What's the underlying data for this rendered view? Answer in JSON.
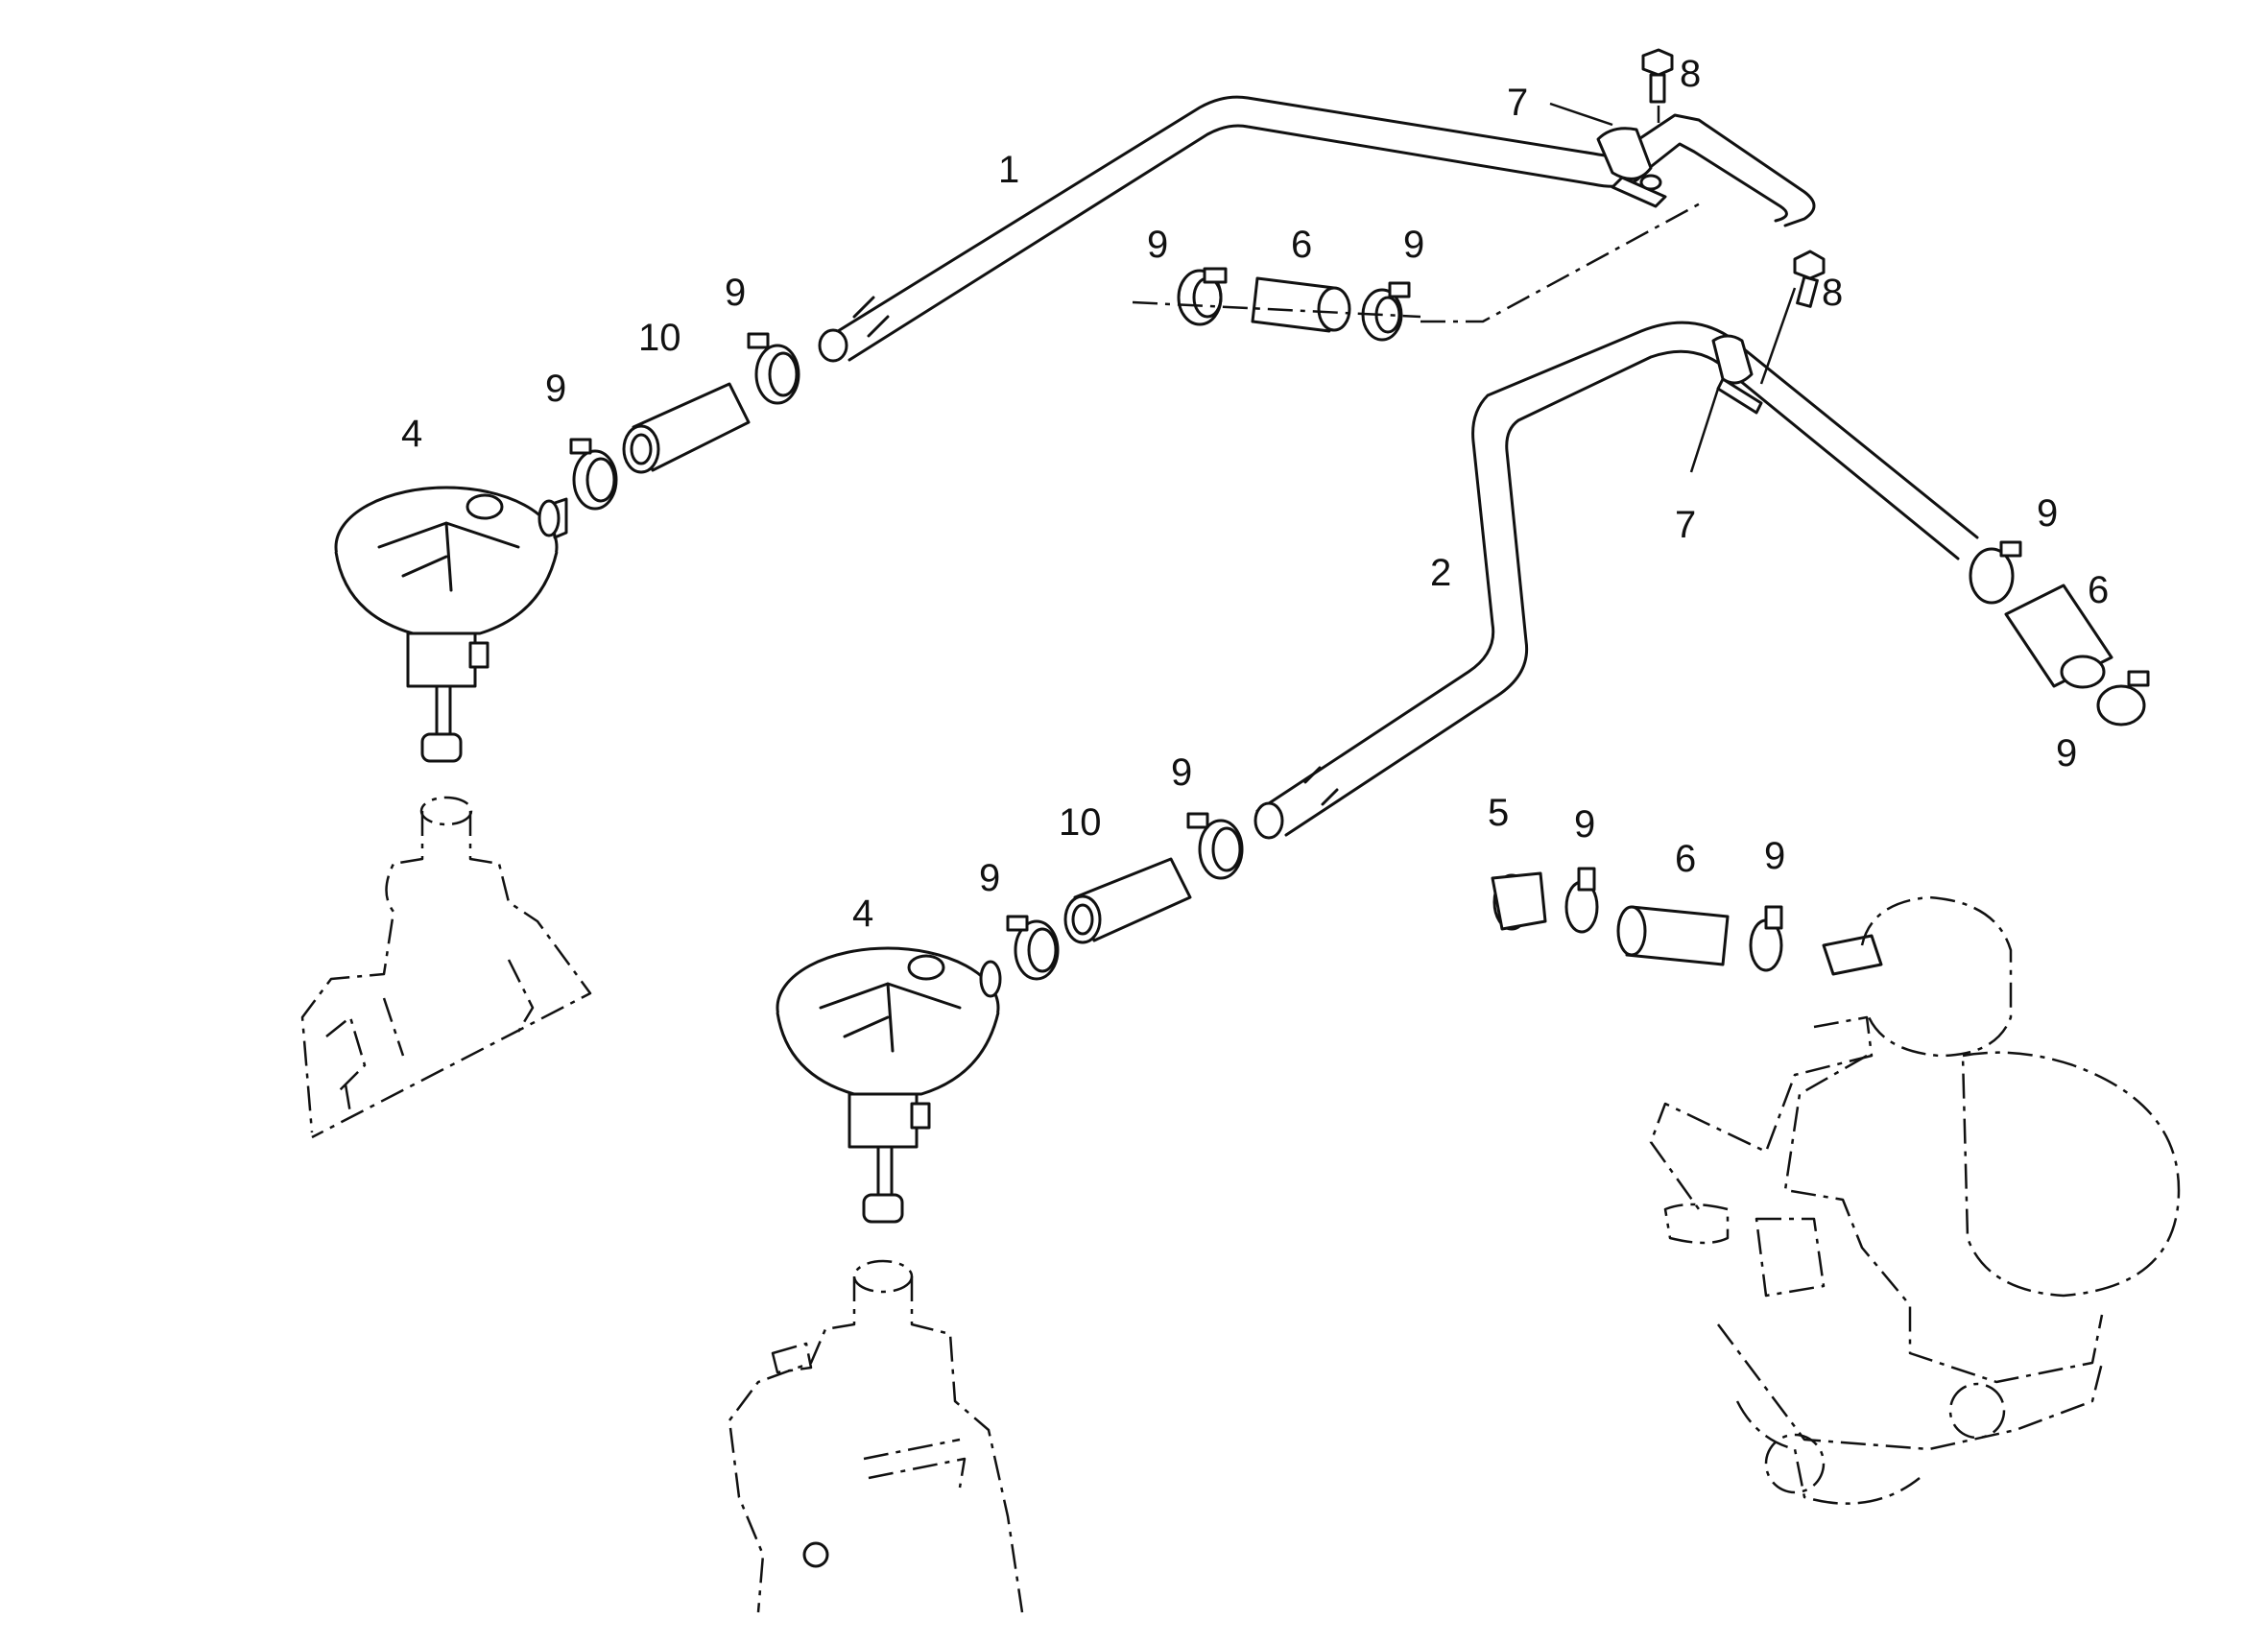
{
  "callouts": {
    "c1": "1",
    "c2": "2",
    "c4a": "4",
    "c4b": "4",
    "c5": "5",
    "c6a": "6",
    "c6b": "6",
    "c6c": "6",
    "c7a": "7",
    "c7b": "7",
    "c8a": "8",
    "c8b": "8",
    "c9a": "9",
    "c9b": "9",
    "c9c": "9",
    "c9d": "9",
    "c9e": "9",
    "c9f": "9",
    "c9g": "9",
    "c9h": "9",
    "c9i": "9",
    "c9j": "9",
    "c10a": "10",
    "c10b": "10"
  }
}
